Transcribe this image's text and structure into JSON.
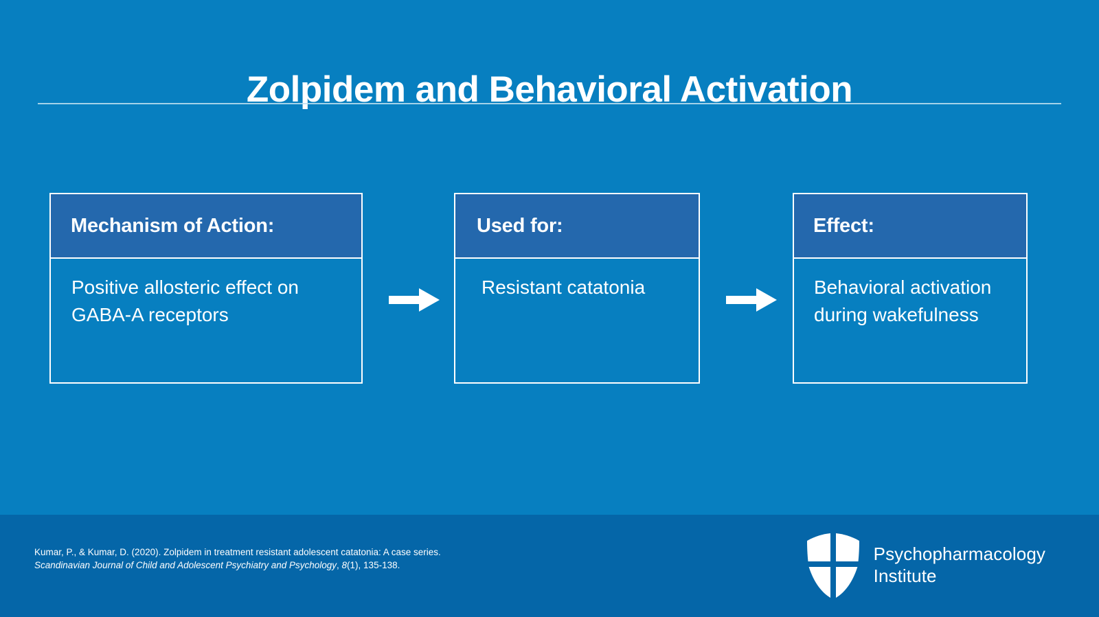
{
  "slide": {
    "title": "Zolpidem and Behavioral Activation",
    "background_color": "#077fc0",
    "footer_color": "#0566a8",
    "box_header_color": "#2468ad",
    "accent_color": "#ffffff"
  },
  "flow": {
    "boxes": [
      {
        "header": "Mechanism of Action:",
        "body": "Positive allosteric effect on GABA-A receptors"
      },
      {
        "header": "Used for:",
        "body": "Resistant catatonia"
      },
      {
        "header": "Effect:",
        "body": "Behavioral activation during wakefulness"
      }
    ],
    "connectors": [
      {
        "icon": "right-arrow-icon"
      },
      {
        "icon": "right-arrow-icon"
      }
    ]
  },
  "footer": {
    "citation": {
      "line1_plain": "Kumar, P., & Kumar, D. (2020). Zolpidem in treatment resistant adolescent catatonia: A case series. ",
      "journal_italic": "Scandinavian Journal of Child and Adolescent Psychiatry and Psychology",
      "after_journal": ", ",
      "volume_italic": "8",
      "issue_pages": "(1), 135-138."
    },
    "logo": {
      "mark": "shield-icon",
      "line1": "Psychopharmacology",
      "line2": "Institute"
    }
  }
}
